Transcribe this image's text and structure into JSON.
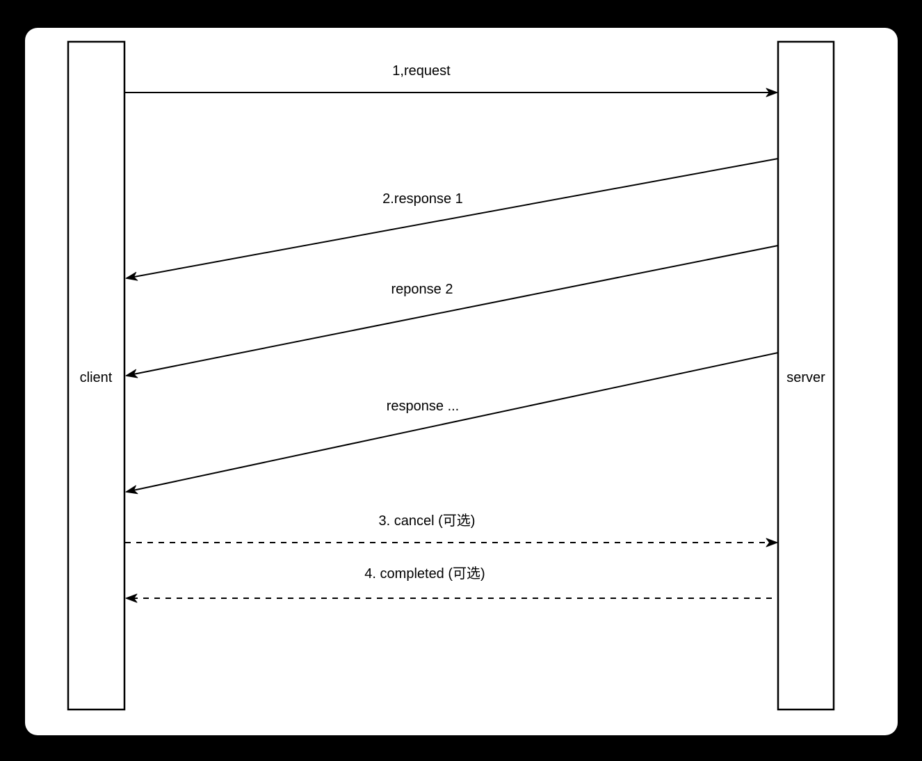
{
  "diagram": {
    "type": "sequence-diagram",
    "colors": {
      "frame_background": "#000000",
      "canvas_background": "#ffffff",
      "line": "#000000",
      "text": "#000000"
    },
    "actors": [
      {
        "id": "client",
        "label": "client"
      },
      {
        "id": "server",
        "label": "server"
      }
    ],
    "messages": [
      {
        "label": "1,request",
        "from": "client",
        "to": "server",
        "line_style": "solid"
      },
      {
        "label": "2.response 1",
        "from": "server",
        "to": "client",
        "line_style": "solid"
      },
      {
        "label": "reponse 2",
        "from": "server",
        "to": "client",
        "line_style": "solid"
      },
      {
        "label": "response ...",
        "from": "server",
        "to": "client",
        "line_style": "solid"
      },
      {
        "label": "3. cancel (可选)",
        "from": "client",
        "to": "server",
        "line_style": "dashed"
      },
      {
        "label": "4. completed (可选)",
        "from": "server",
        "to": "client",
        "line_style": "dashed"
      }
    ]
  }
}
